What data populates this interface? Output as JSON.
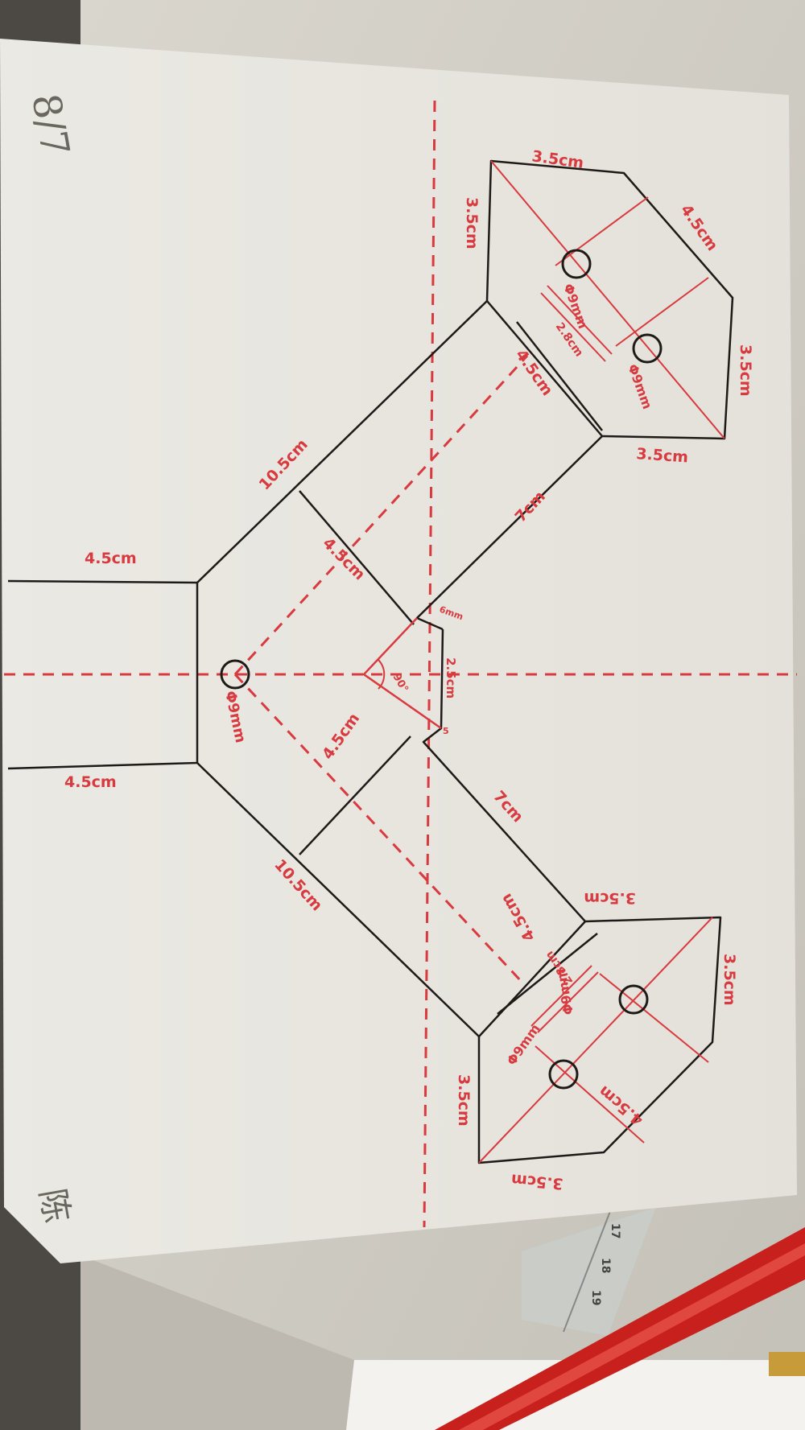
{
  "colors": {
    "paper": "#eae8e1",
    "ink": "#1e1a18",
    "red": "#d83a3f",
    "desk": "#d6d3ca",
    "dark_bg": "#4c4944",
    "pen": "#c8201c",
    "ruler": "#c9ccc8"
  },
  "dimensions": {
    "top_bracket": {
      "edge_top": "3.5cm",
      "edge_left": "3.5cm",
      "edge_upper_right": "4.5cm",
      "edge_right": "3.5cm",
      "edge_bottom": "3.5cm",
      "hole_a": "Φ9mm",
      "hole_b": "Φ9mm",
      "hole_spacing": "2.8cm",
      "neck": "4.5cm"
    },
    "upper_arm": {
      "outer": "10.5cm",
      "inner": "7cm",
      "width": "4.5cm"
    },
    "stem": {
      "top": "4.5cm",
      "bottom": "4.5cm"
    },
    "center": {
      "hole": "Φ9mm",
      "angle": "90°",
      "slot": "2.5cm",
      "small_a": "6mm",
      "small_b": "5"
    },
    "lower_arm": {
      "outer": "10.5cm",
      "inner": "7cm",
      "width": "4.5cm"
    },
    "bottom_bracket": {
      "edge_top": "3.5cm",
      "edge_right": "3.5cm",
      "edge_lower_right": "4.5cm",
      "edge_left": "3.5cm",
      "edge_bottom": "3.5cm",
      "hole_a": "Φ9mm",
      "hole_b": "Φ9mm",
      "hole_spacing": "2.8cm",
      "neck": "4.5cm"
    }
  },
  "corner_marks": {
    "top_left": "8/7",
    "bottom_left": "陈"
  },
  "ruler": {
    "ticks": [
      "17",
      "18",
      "19"
    ]
  }
}
